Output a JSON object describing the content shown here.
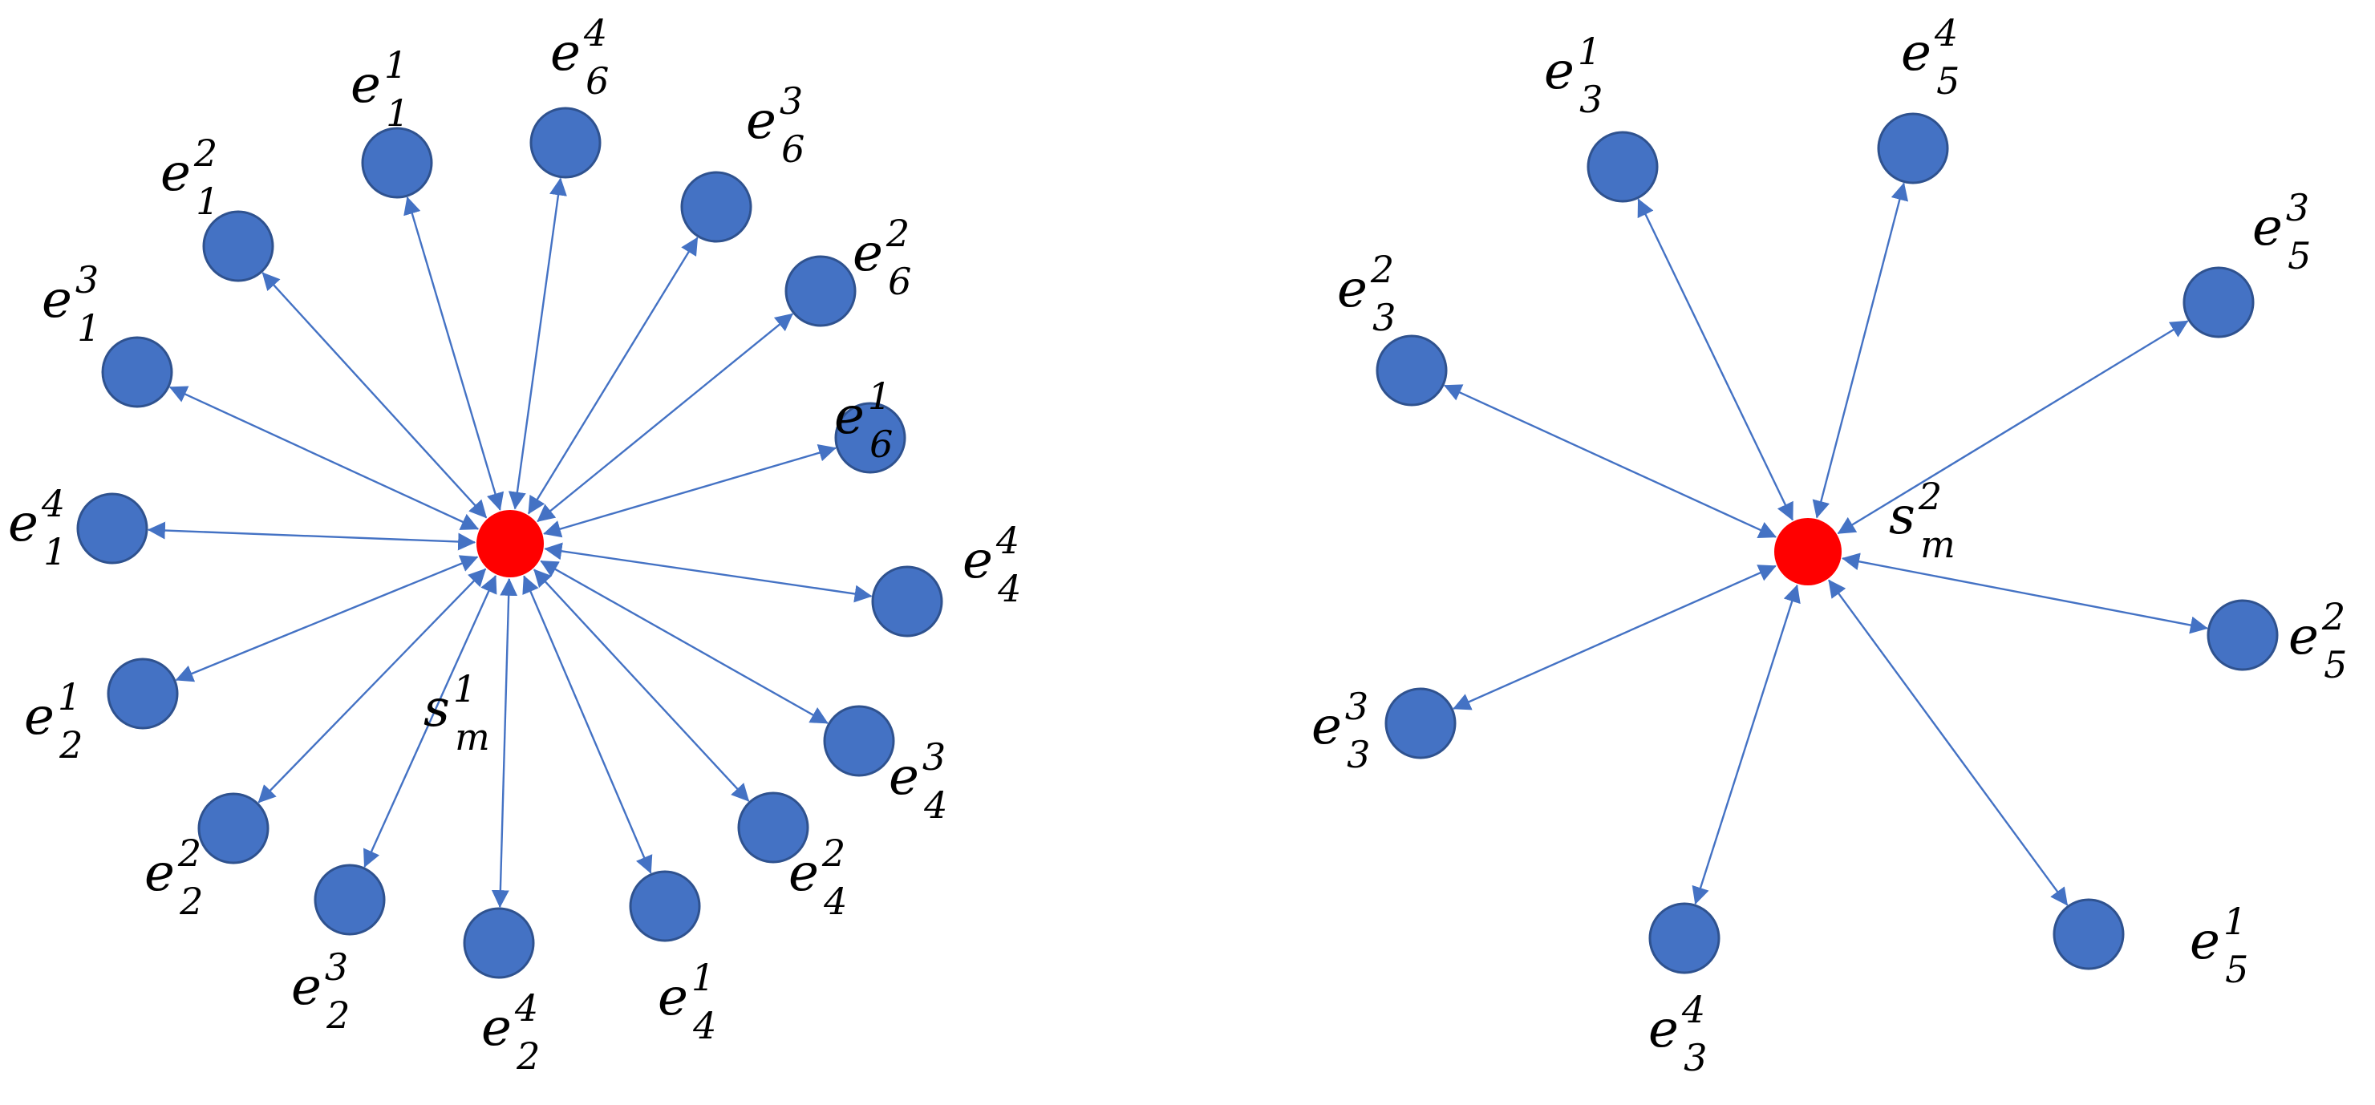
{
  "colors": {
    "edge": "#4472C4",
    "node_fill": "#4472C4",
    "node_stroke": "#2F528F",
    "hub_fill": "#FF0000",
    "text": "#000000"
  },
  "diagrams": [
    {
      "id": "left-star",
      "hub": {
        "base": "s",
        "sub": "m",
        "sup": "1"
      },
      "nodes": [
        {
          "base": "e",
          "sub": "1",
          "sup": "1"
        },
        {
          "base": "e",
          "sub": "6",
          "sup": "4"
        },
        {
          "base": "e",
          "sub": "6",
          "sup": "3"
        },
        {
          "base": "e",
          "sub": "1",
          "sup": "2"
        },
        {
          "base": "e",
          "sub": "6",
          "sup": "2"
        },
        {
          "base": "e",
          "sub": "1",
          "sup": "3"
        },
        {
          "base": "e",
          "sub": "6",
          "sup": "1"
        },
        {
          "base": "e",
          "sub": "1",
          "sup": "4"
        },
        {
          "base": "e",
          "sub": "4",
          "sup": "4"
        },
        {
          "base": "e",
          "sub": "2",
          "sup": "1"
        },
        {
          "base": "e",
          "sub": "4",
          "sup": "3"
        },
        {
          "base": "e",
          "sub": "2",
          "sup": "2"
        },
        {
          "base": "e",
          "sub": "4",
          "sup": "2"
        },
        {
          "base": "e",
          "sub": "2",
          "sup": "3"
        },
        {
          "base": "e",
          "sub": "4",
          "sup": "1"
        },
        {
          "base": "e",
          "sub": "2",
          "sup": "4"
        }
      ]
    },
    {
      "id": "right-star",
      "hub": {
        "base": "s",
        "sub": "m",
        "sup": "2"
      },
      "nodes": [
        {
          "base": "e",
          "sub": "3",
          "sup": "1"
        },
        {
          "base": "e",
          "sub": "5",
          "sup": "4"
        },
        {
          "base": "e",
          "sub": "5",
          "sup": "3"
        },
        {
          "base": "e",
          "sub": "3",
          "sup": "2"
        },
        {
          "base": "e",
          "sub": "5",
          "sup": "2"
        },
        {
          "base": "e",
          "sub": "3",
          "sup": "3"
        },
        {
          "base": "e",
          "sub": "5",
          "sup": "1"
        },
        {
          "base": "e",
          "sub": "3",
          "sup": "4"
        }
      ]
    }
  ]
}
